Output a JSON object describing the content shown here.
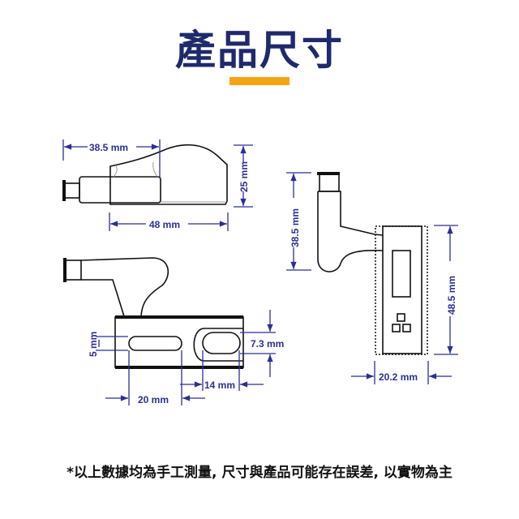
{
  "title": "產品尺寸",
  "accent_color": "#f5a414",
  "title_color": "#1f2a6b",
  "dimension_color": "#2b2f94",
  "top_view": {
    "width_pin": "38.5 mm",
    "height": "25 mm",
    "length": "48 mm"
  },
  "front_view": {
    "slot_height": "5 mm",
    "hole_height": "7.3 mm",
    "hole_width": "14 mm",
    "slot_width": "20 mm"
  },
  "side_view": {
    "pin_height": "38.5 mm",
    "body_height": "48.5 mm",
    "body_width": "20.2 mm"
  },
  "footnote": "*以上數據均為手工測量, 尺寸與產品可能存在誤差, 以實物為主"
}
